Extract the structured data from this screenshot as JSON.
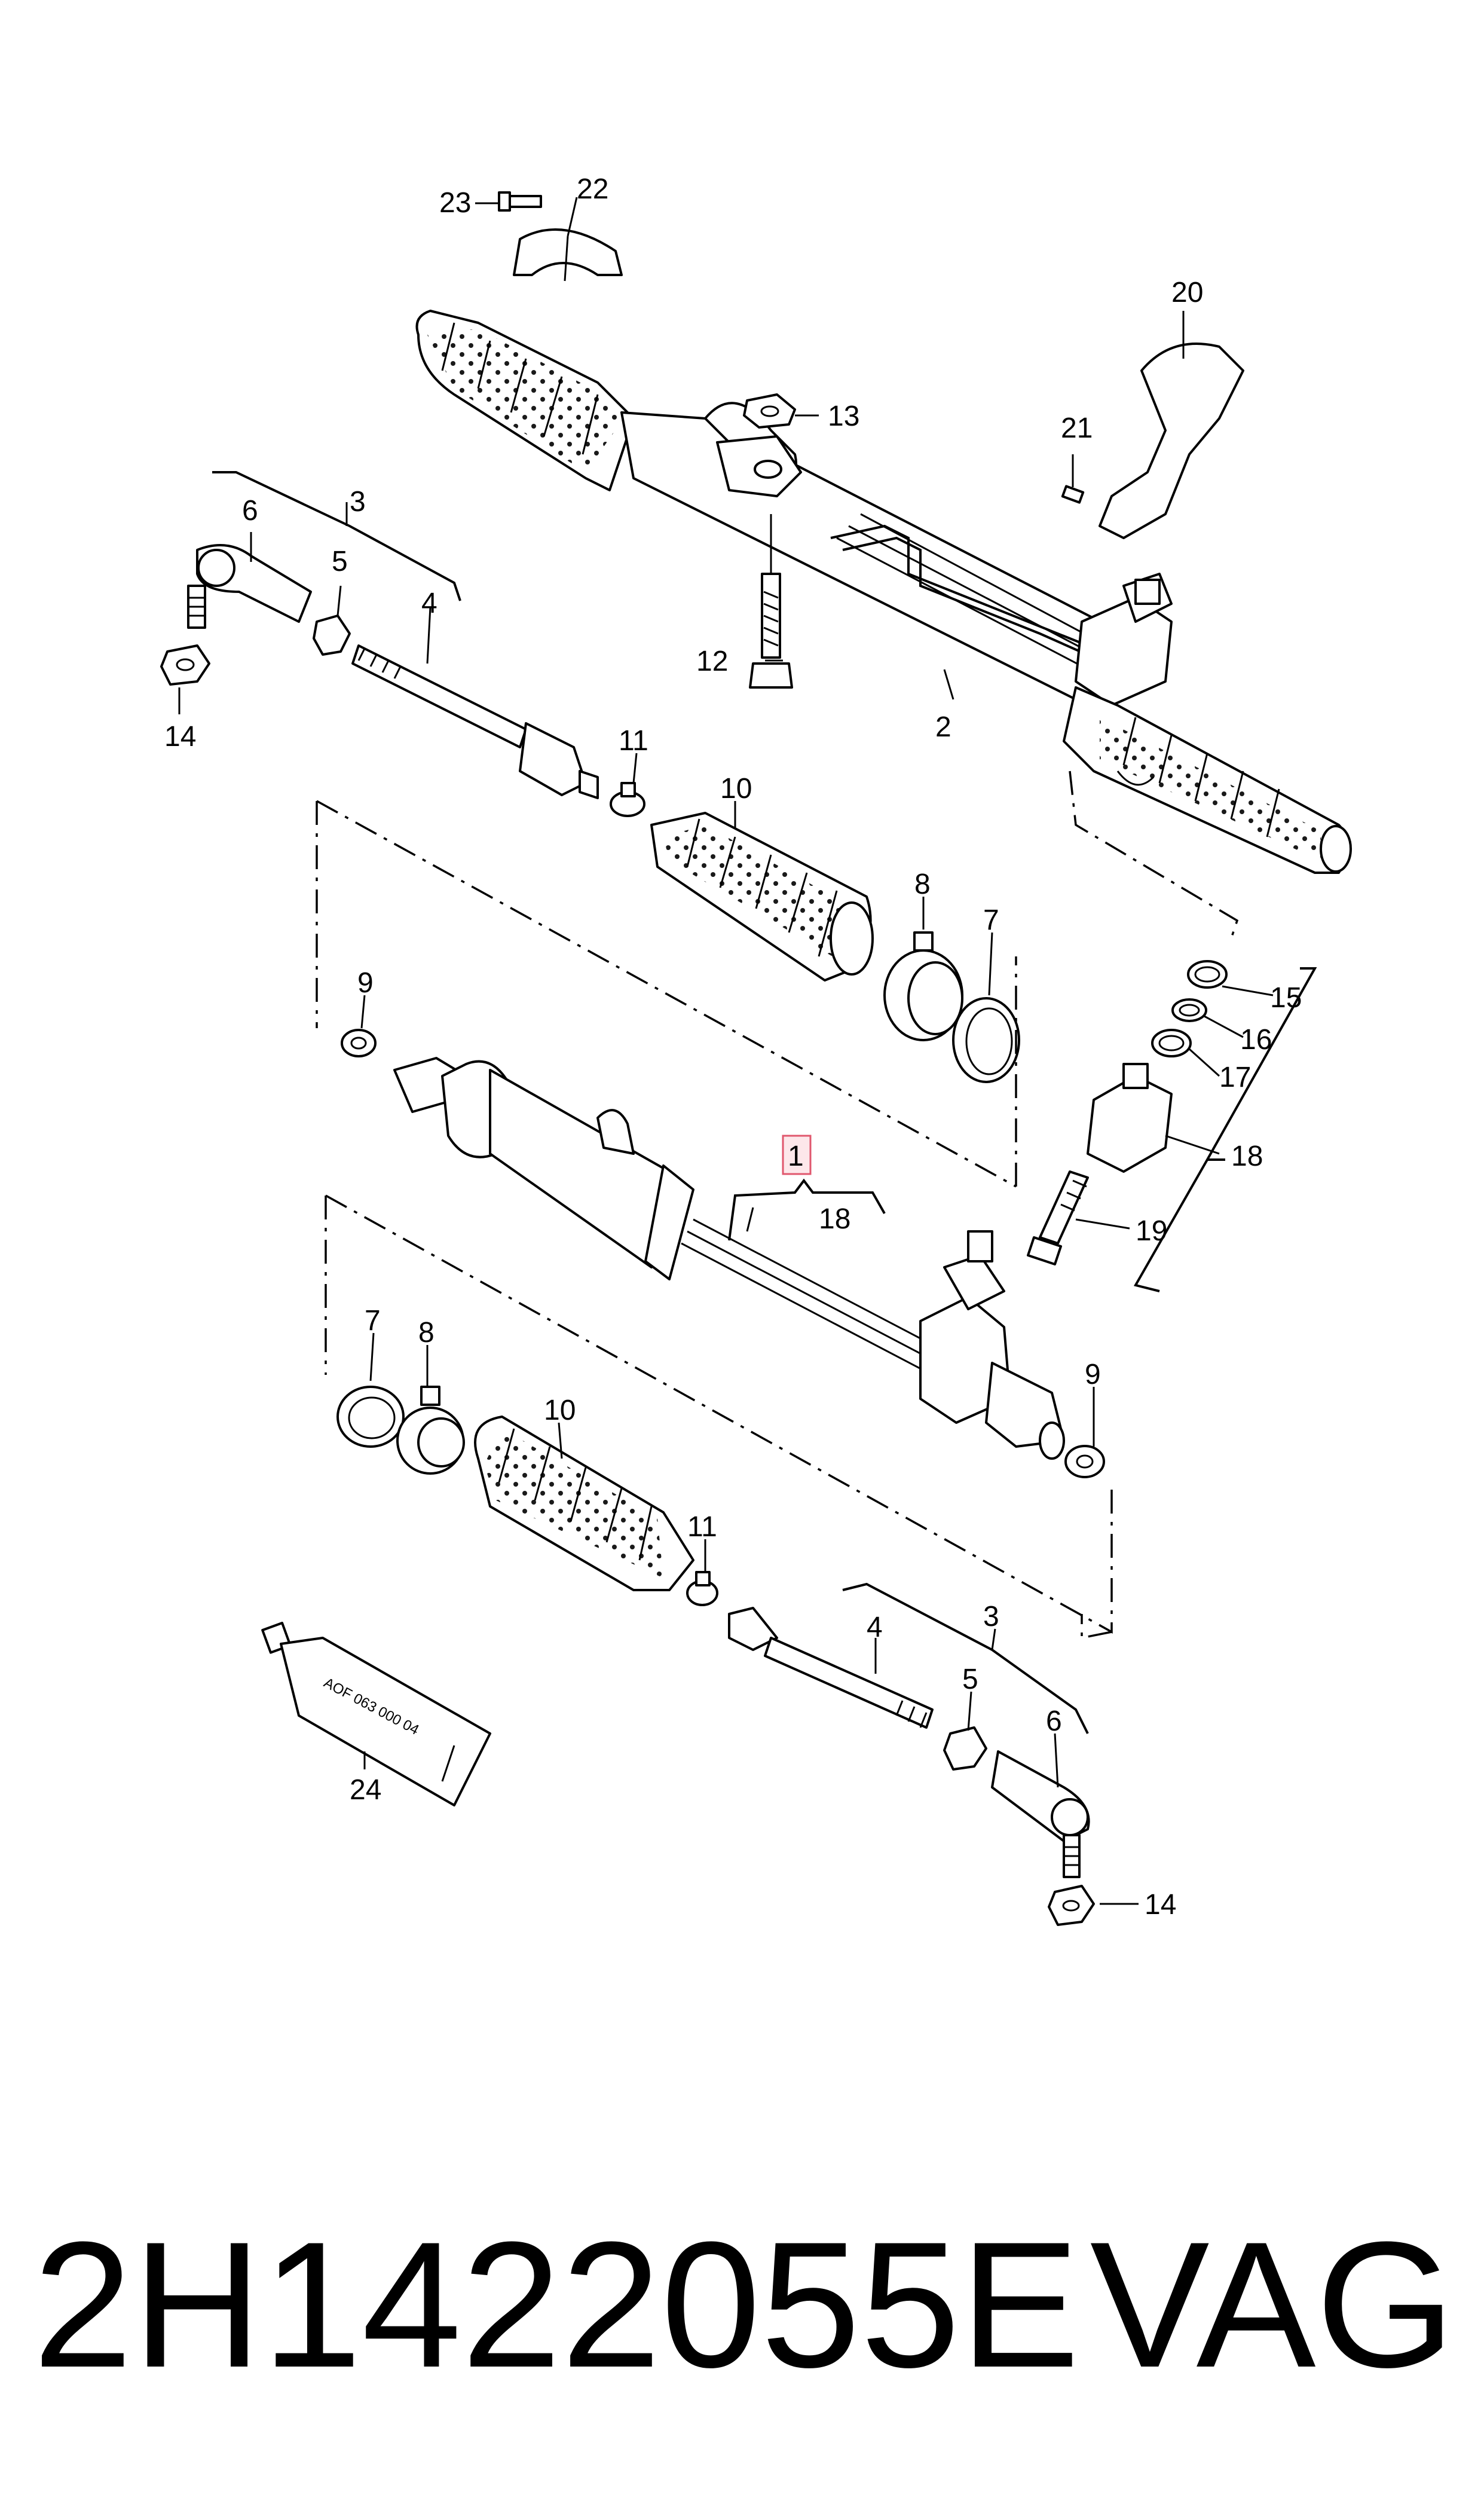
{
  "diagram": {
    "callouts": {
      "c1": "1",
      "c2": "2",
      "c3a": "3",
      "c3b": "3",
      "c4a": "4",
      "c4b": "4",
      "c5a": "5",
      "c5b": "5",
      "c6a": "6",
      "c6b": "6",
      "c7a": "7",
      "c7b": "7",
      "c8a": "8",
      "c8b": "8",
      "c9a": "9",
      "c9b": "9",
      "c10a": "10",
      "c10b": "10",
      "c11a": "11",
      "c11b": "11",
      "c12": "12",
      "c13": "13",
      "c14a": "14",
      "c14b": "14",
      "c15": "15",
      "c16": "16",
      "c17": "17",
      "c18a": "18",
      "c18b": "18",
      "c19": "19",
      "c20": "20",
      "c21": "21",
      "c22": "22",
      "c23": "23",
      "c24": "24"
    },
    "tube_label": "AOF 063 000 04",
    "highlight_color": "#e0576d"
  },
  "footer": {
    "part_number": "2H1422055E",
    "brand": "VAG"
  }
}
